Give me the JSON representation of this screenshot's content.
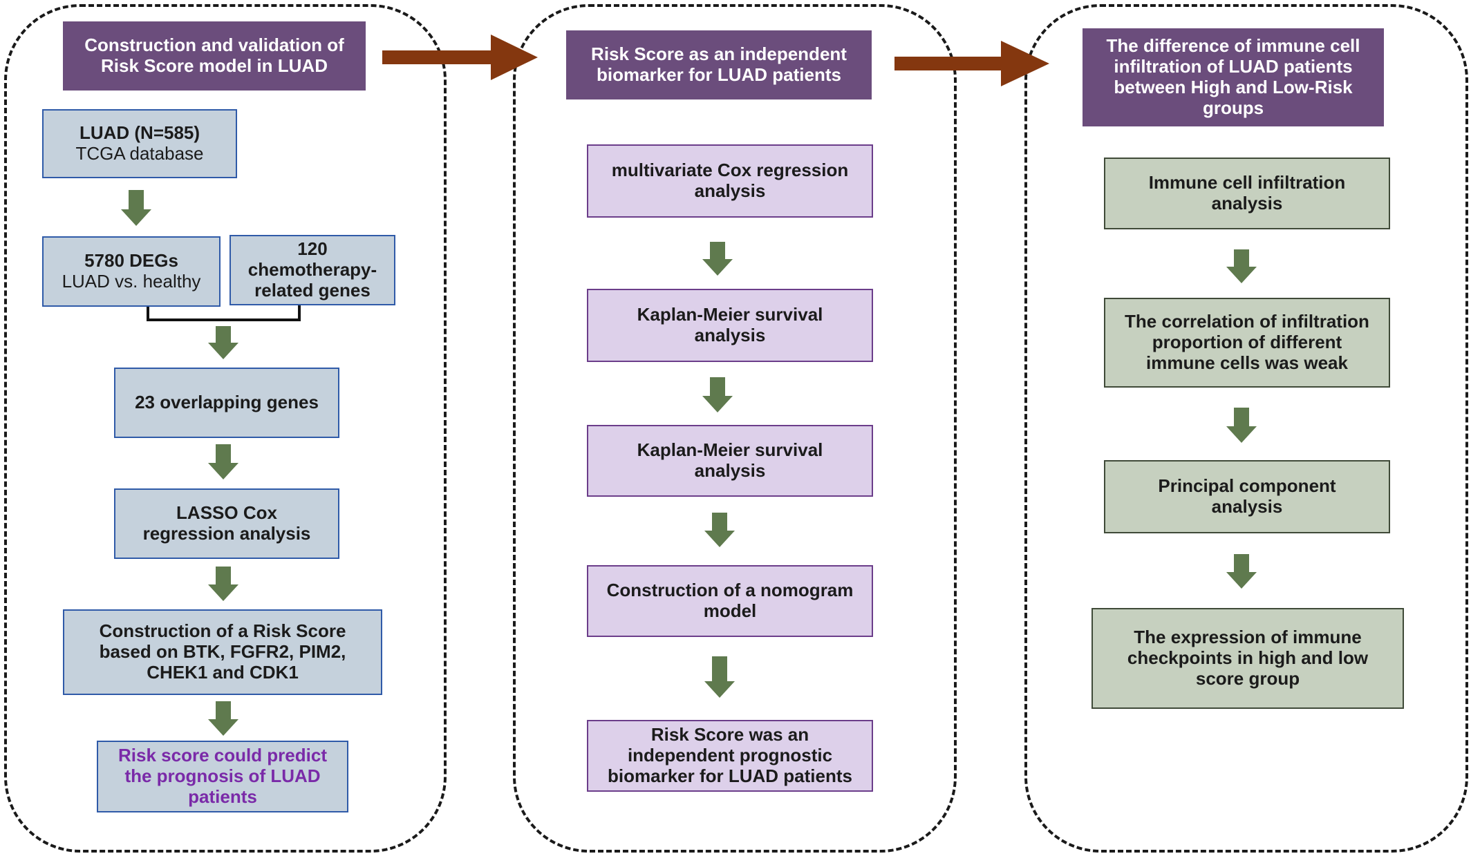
{
  "panel1": {
    "header": "Construction and validation of\nRisk Score model in LUAD",
    "luad_title": "LUAD (N=585)",
    "luad_sub": "TCGA  database",
    "degs_title": "5780 DEGs",
    "degs_sub": "LUAD vs. healthy",
    "chemo": "120\nchemotherapy-\nrelated genes",
    "overlap": "23 overlapping genes",
    "lasso": "LASSO Cox\nregression analysis",
    "risk_construct": "Construction of a Risk Score\nbased on BTK, FGFR2,  PIM2,\nCHEK1  and CDK1",
    "predict": "Risk score could predict\nthe prognosis of LUAD\npatients"
  },
  "panel2": {
    "header": "Risk Score as an independent\nbiomarker for LUAD patients",
    "steps": [
      "multivariate Cox regression\nanalysis",
      "Kaplan-Meier survival\nanalysis",
      "Kaplan-Meier survival\nanalysis",
      "Construction of a nomogram\nmodel",
      "Risk Score was an\nindependent prognostic\nbiomarker for LUAD patients"
    ]
  },
  "panel3": {
    "header": "The difference of immune cell\ninfiltration of LUAD patients\nbetween  High and Low-Risk\ngroups",
    "steps": [
      "Immune cell infiltration\nanalysis",
      "The correlation of infiltration\nproportion of different\nimmune cells was weak",
      "Principal component\nanalysis",
      "The expression of immune\ncheckpoints in high and low\nscore group"
    ]
  },
  "colors": {
    "header_bg": "#6b4d7c",
    "blue_box": "#c5d1dc",
    "lavender_box": "#ddd0ea",
    "green_box": "#c6d0bf",
    "down_arrow": "#5f7a4e",
    "right_arrow": "#84370f",
    "predict_text": "#7a2aa8"
  }
}
